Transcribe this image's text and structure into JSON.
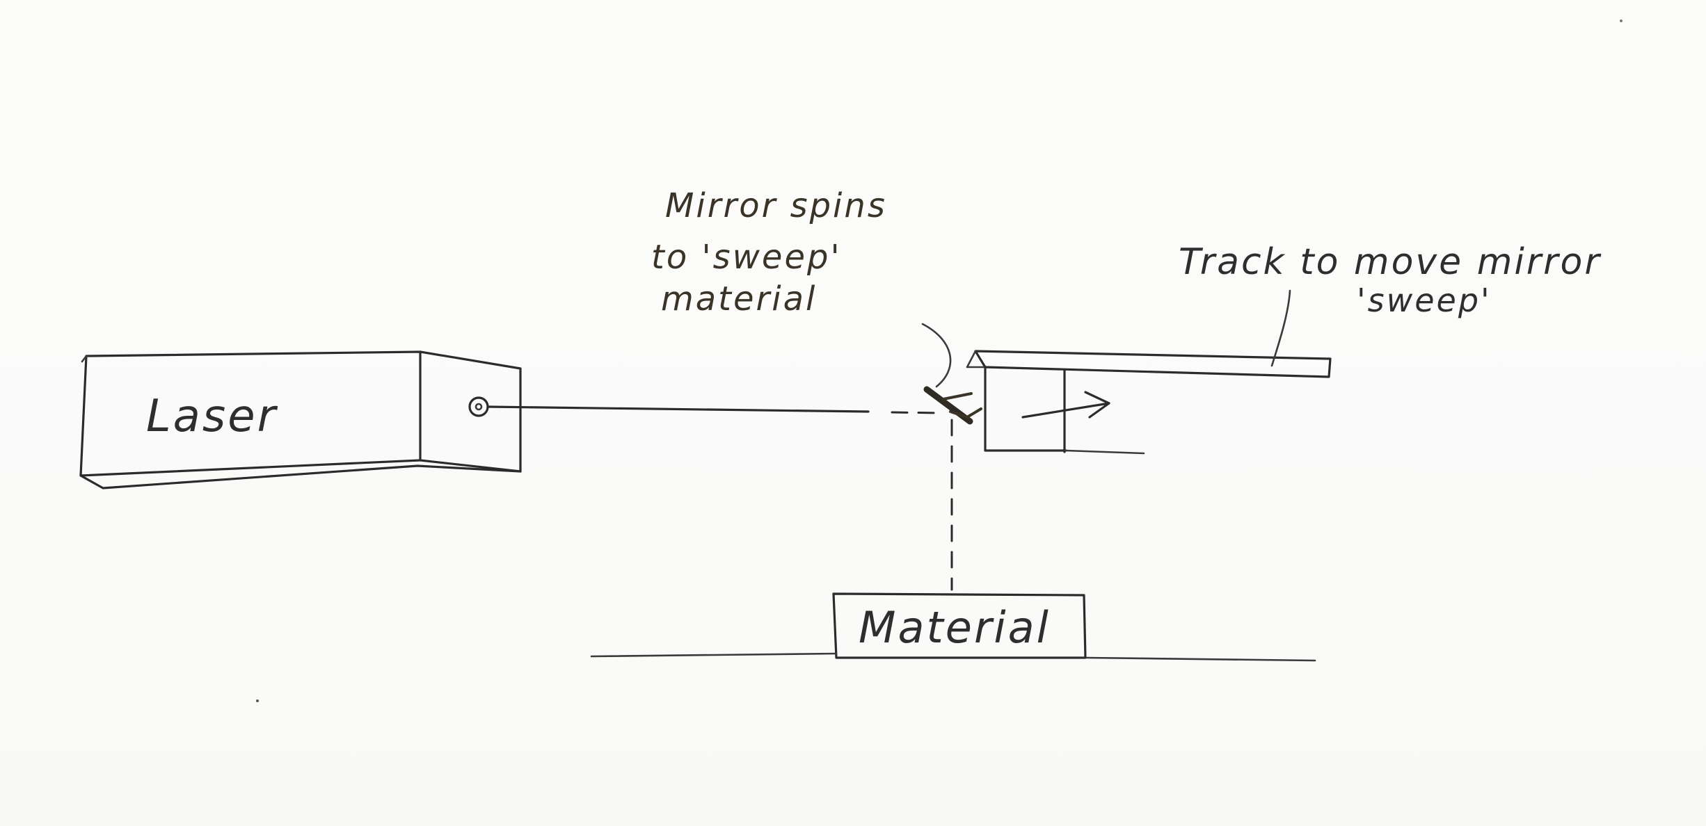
{
  "labels": {
    "laser": "Laser",
    "material": "Material",
    "mirror_note_line1": "Mirror spins",
    "mirror_note_line2": "to 'sweep'",
    "mirror_note_line3": "material",
    "track_note_line1": "Track to move mirror",
    "track_note_line2": "'sweep'"
  },
  "colors": {
    "ink": "#2b2b2b",
    "mirror_ink": "#3a3328",
    "paper": "#fbfbfa"
  },
  "icons": {
    "laser_aperture": "circle-aperture-icon",
    "motion_arrow": "arrow-right-icon"
  }
}
